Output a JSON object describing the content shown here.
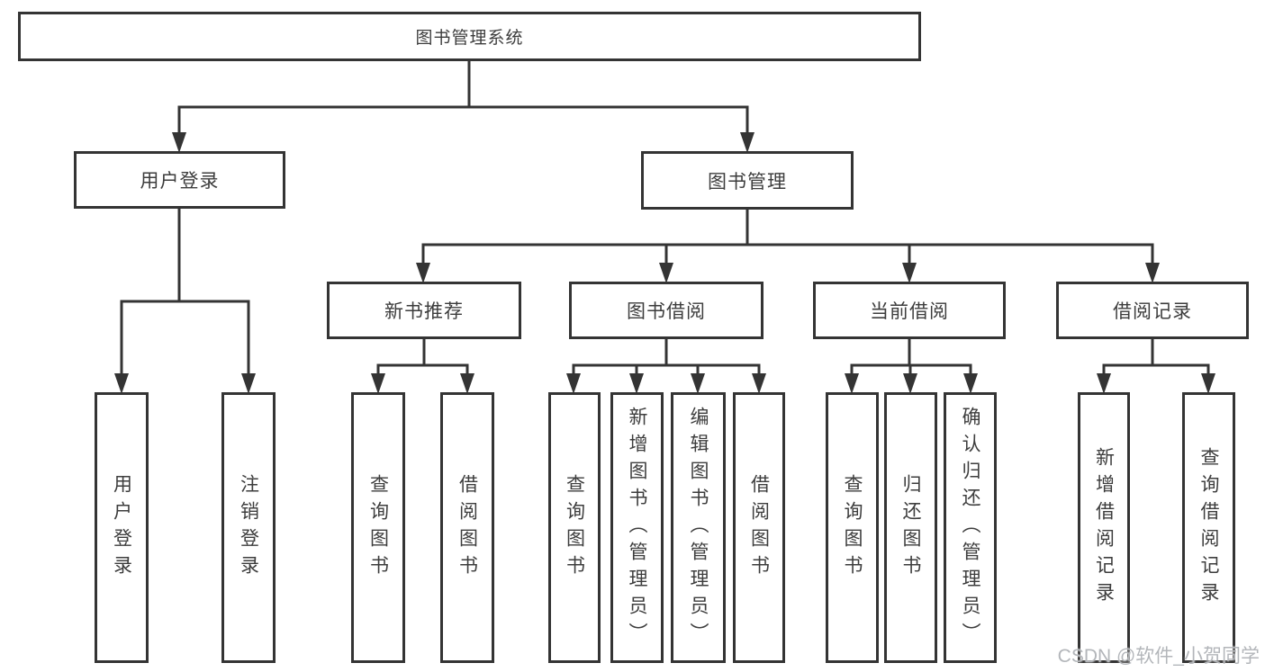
{
  "diagram": {
    "type": "hierarchy-tree",
    "tree": {
      "root": {
        "label": "图书管理系统"
      },
      "branches": [
        {
          "label": "用户登录",
          "children": [
            {
              "label": "用户登录"
            },
            {
              "label": "注销登录"
            }
          ]
        },
        {
          "label": "图书管理",
          "children": [
            {
              "label": "新书推荐",
              "children": [
                {
                  "label": "查询图书"
                },
                {
                  "label": "借阅图书"
                }
              ]
            },
            {
              "label": "图书借阅",
              "children": [
                {
                  "label": "查询图书"
                },
                {
                  "label": "新增图书（管理员）"
                },
                {
                  "label": "编辑图书（管理员）"
                },
                {
                  "label": "借阅图书"
                }
              ]
            },
            {
              "label": "当前借阅",
              "children": [
                {
                  "label": "查询图书"
                },
                {
                  "label": "归还图书"
                },
                {
                  "label": "确认归还（管理员）"
                }
              ]
            },
            {
              "label": "借阅记录",
              "children": [
                {
                  "label": "新增借阅记录"
                },
                {
                  "label": "查询借阅记录"
                }
              ]
            }
          ]
        }
      ]
    }
  },
  "watermark": {
    "text": "CSDN @软件_小贺同学"
  },
  "colors": {
    "line": "#343434",
    "text": "#3d3d3d",
    "background": "#ffffff",
    "watermark": "#b3b6ba"
  }
}
